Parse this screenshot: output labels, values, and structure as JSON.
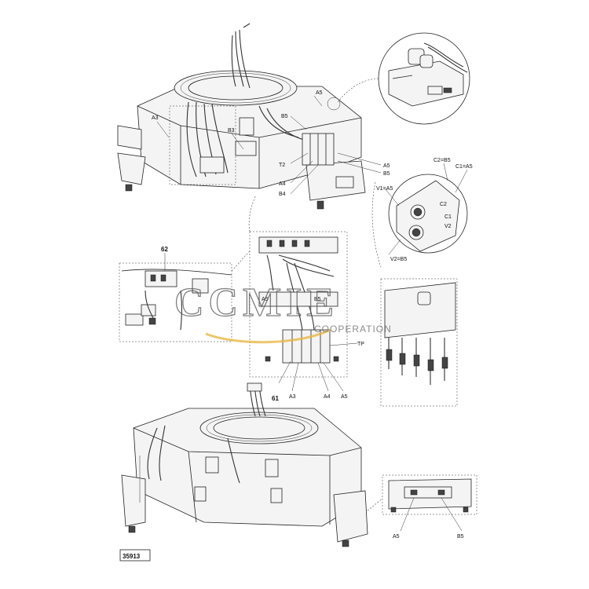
{
  "labels": {
    "a3": "A3",
    "a5": "A5",
    "b5": "B5",
    "b3": "B3",
    "t2": "T2",
    "a4": "A4",
    "b4": "B4",
    "c2": "C2=B5",
    "c1": "C1=A5",
    "v1": "V1=A5",
    "v2": "V2=B5",
    "n62": "62",
    "n61": "61",
    "tp": "TP",
    "figure_number": "35913"
  },
  "watermark": {
    "brand": "CCMIE",
    "sub": "COOPERATION",
    "color": "#e8b33a"
  }
}
